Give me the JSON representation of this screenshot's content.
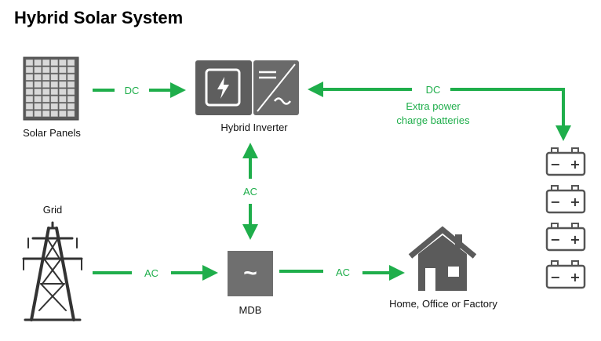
{
  "title": "Hybrid Solar System",
  "colors": {
    "flow": "#1fae4b",
    "device": "#6f6f6f",
    "device_dark": "#555555",
    "battery_stroke": "#555555"
  },
  "nodes": {
    "solar_panels": {
      "label": "Solar Panels",
      "icon": "solar-panel-icon"
    },
    "hybrid_inverter": {
      "label": "Hybrid Inverter",
      "icon": "inverter-icon"
    },
    "batteries": {
      "icon": "battery-icon",
      "count": 4
    },
    "grid": {
      "label": "Grid",
      "icon": "transmission-tower-icon"
    },
    "mdb": {
      "label": "MDB",
      "icon": "tilde-icon",
      "symbol": "~"
    },
    "home": {
      "label": "Home, Office or Factory",
      "icon": "house-icon"
    }
  },
  "flows": {
    "panels_to_inverter": "DC",
    "inverter_battery": "DC",
    "inverter_battery_note_1": "Extra power",
    "inverter_battery_note_2": "charge batteries",
    "inverter_mdb": "AC",
    "grid_to_mdb": "AC",
    "mdb_to_home": "AC"
  },
  "battery_symbols": {
    "minus": "−",
    "plus": "+"
  }
}
